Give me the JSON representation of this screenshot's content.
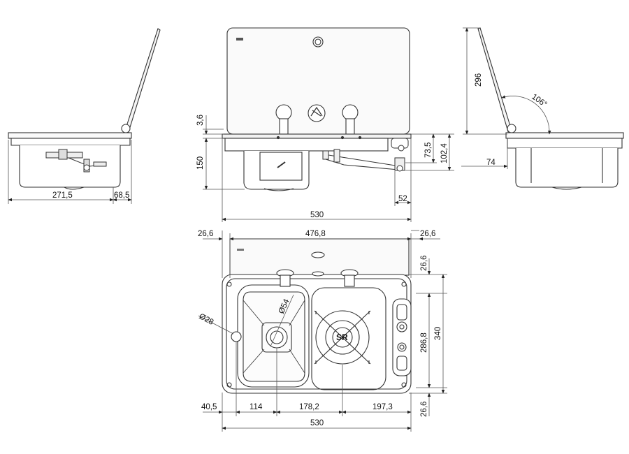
{
  "drawing": {
    "side_left": {
      "dims": {
        "width": "271,5",
        "offset": "68,5"
      }
    },
    "front": {
      "dims": {
        "lid_gap": "3,6",
        "height": "150",
        "tap_drop": "73,5",
        "total_drop": "102,4",
        "tap_offset": "52",
        "width": "530"
      }
    },
    "side_right": {
      "dims": {
        "height": "296",
        "angle": "106°",
        "depth": "74"
      }
    },
    "top": {
      "dims": {
        "left_margin": "26,6",
        "inner_width": "476,8",
        "right_margin": "26,6",
        "top_margin": "26,6",
        "inner_depth": "286,8",
        "total_depth": "340",
        "bottom_margin": "26,6",
        "hole_dia": "Ø28",
        "drain_dia": "Ø54",
        "x1": "40,5",
        "x2": "114",
        "x3": "178,2",
        "x4": "197,3",
        "width": "530"
      },
      "burner_label": "SR"
    }
  }
}
